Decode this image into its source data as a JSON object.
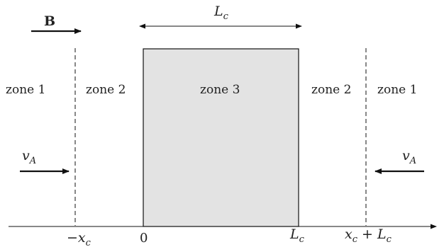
{
  "field": {
    "label": "B"
  },
  "width_label": {
    "main": "L",
    "sub": "c"
  },
  "zones": {
    "left_outer": "zone 1",
    "left_inner": "zone 2",
    "center": "zone 3",
    "right_inner": "zone 2",
    "right_outer": "zone 1"
  },
  "velocity": {
    "main": "v",
    "sub": "A"
  },
  "axis_ticks": {
    "neg_xc": {
      "prefix": "−",
      "main": "x",
      "sub": "c"
    },
    "zero": "0",
    "lc": {
      "main": "L",
      "sub": "c"
    },
    "xc_plus_lc": {
      "main1": "x",
      "sub1": "c",
      "plus": " + ",
      "main2": "L",
      "sub2": "c"
    }
  },
  "colors": {
    "box_fill": "#e3e3e3",
    "stroke": "#111111"
  }
}
